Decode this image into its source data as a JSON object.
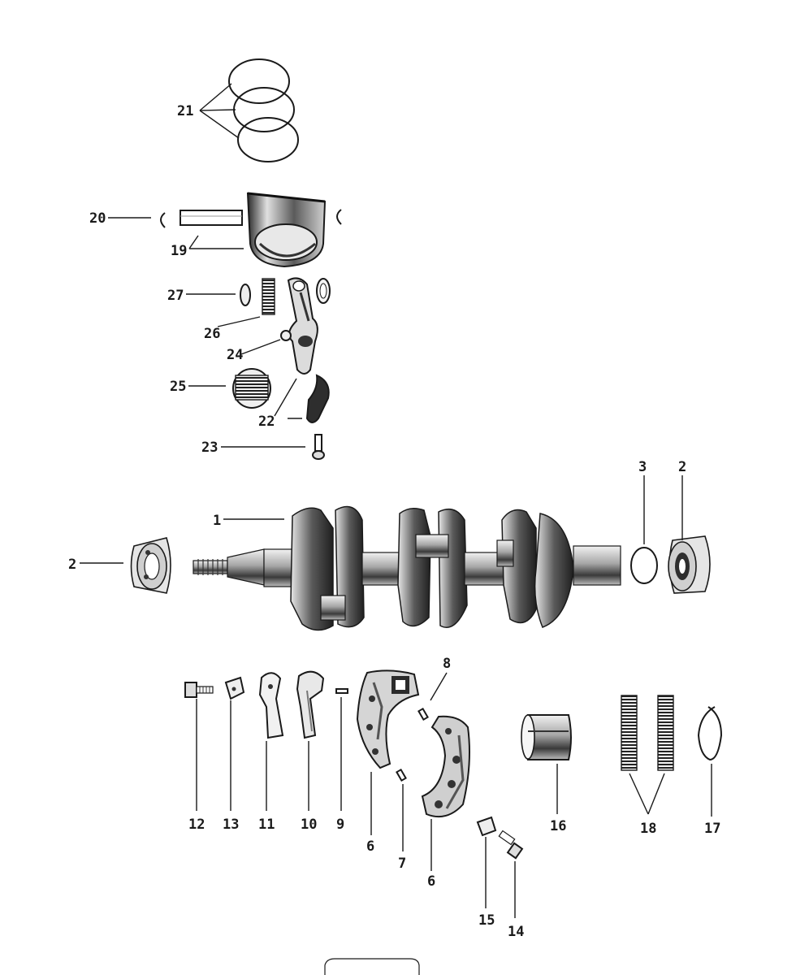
{
  "labels": {
    "l1": "1",
    "l2a": "2",
    "l2b": "2",
    "l3": "3",
    "l6a": "6",
    "l6b": "6",
    "l7": "7",
    "l8": "8",
    "l9": "9",
    "l10": "10",
    "l11": "11",
    "l12": "12",
    "l13": "13",
    "l14": "14",
    "l15": "15",
    "l16": "16",
    "l17": "17",
    "l18": "18",
    "l19": "19",
    "l20": "20",
    "l21": "21",
    "l22": "22",
    "l23": "23",
    "l24": "24",
    "l25": "25",
    "l26": "26",
    "l27": "27"
  },
  "colors": {
    "ink": "#1a1a1a",
    "paper": "#ffffff",
    "metal_light": "#d9d9d9",
    "metal_dark": "#2b2b2b",
    "metal_mid": "#8a8a8a"
  }
}
